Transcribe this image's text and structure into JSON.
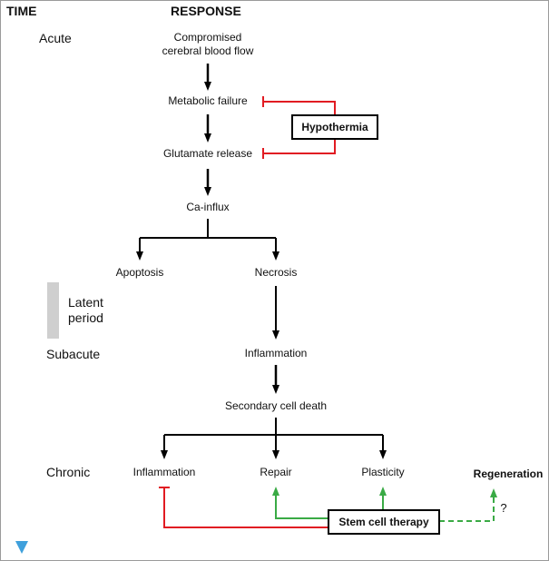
{
  "headers": {
    "time": "TIME",
    "response": "RESPONSE"
  },
  "time_labels": {
    "acute": "Acute",
    "latent_line1": "Latent",
    "latent_line2": "period",
    "subacute": "Subacute",
    "chronic": "Chronic"
  },
  "nodes": {
    "compromised_line1": "Compromised",
    "compromised_line2": "cerebral blood flow",
    "metabolic_failure": "Metabolic failure",
    "glutamate_release": "Glutamate release",
    "ca_influx": "Ca-influx",
    "apoptosis": "Apoptosis",
    "necrosis": "Necrosis",
    "inflammation_subacute": "Inflammation",
    "secondary_cell_death": "Secondary cell death",
    "inflammation_chronic": "Inflammation",
    "repair": "Repair",
    "plasticity": "Plasticity",
    "regeneration": "Regeneration",
    "question_mark": "?"
  },
  "interventions": {
    "hypothermia": "Hypothermia",
    "stem_cell_therapy": "Stem cell therapy"
  },
  "colors": {
    "timeline_top": "#e11b22",
    "timeline_bottom": "#3fa0dc",
    "inhibit": "#e11b22",
    "promote": "#3aaa45",
    "arrow": "#000000",
    "latent_bar": "#cfcfcf"
  }
}
